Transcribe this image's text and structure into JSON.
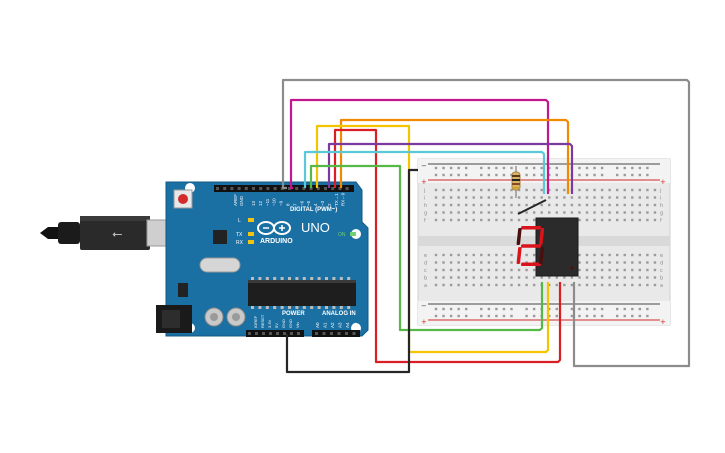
{
  "board": {
    "brand": "ARDUINO",
    "model": "UNO",
    "digital_label": "DIGITAL (PWM~)",
    "power_label": "POWER",
    "analog_label": "ANALOG IN",
    "on_label": "ON",
    "tx_label": "TX",
    "rx_label": "RX",
    "l_label": "L",
    "aref_label": "AREF",
    "gnd_label": "GND",
    "digital_pins": [
      "13",
      "12",
      "~11",
      "~10",
      "~9",
      "8",
      "7",
      "~6",
      "~5",
      "4",
      "~3",
      "2",
      "TX→1",
      "RX←0"
    ],
    "power_pins": [
      "IOREF",
      "RESET",
      "3.3V",
      "5V",
      "GND",
      "GND",
      "Vin"
    ],
    "analog_pins": [
      "A0",
      "A1",
      "A2",
      "A3",
      "A4",
      "A5"
    ]
  },
  "breadboard": {
    "row_letters_top": [
      "j",
      "i",
      "h",
      "g",
      "f"
    ],
    "row_letters_bottom": [
      "e",
      "d",
      "c",
      "b",
      "a"
    ],
    "column_count": 30
  },
  "display": {
    "digit": "2",
    "segment_color": "#d9141a"
  },
  "colors": {
    "board": "#1a6fa3",
    "wire_magenta": "#c2188f",
    "wire_orange": "#f18a00",
    "wire_yellow": "#f5c400",
    "wire_red": "#d91f25",
    "wire_purple": "#7a3aa0",
    "wire_cyan": "#5bc8d8",
    "wire_green": "#56b947",
    "wire_black": "#262626",
    "wire_gray": "#8c8c8c"
  }
}
